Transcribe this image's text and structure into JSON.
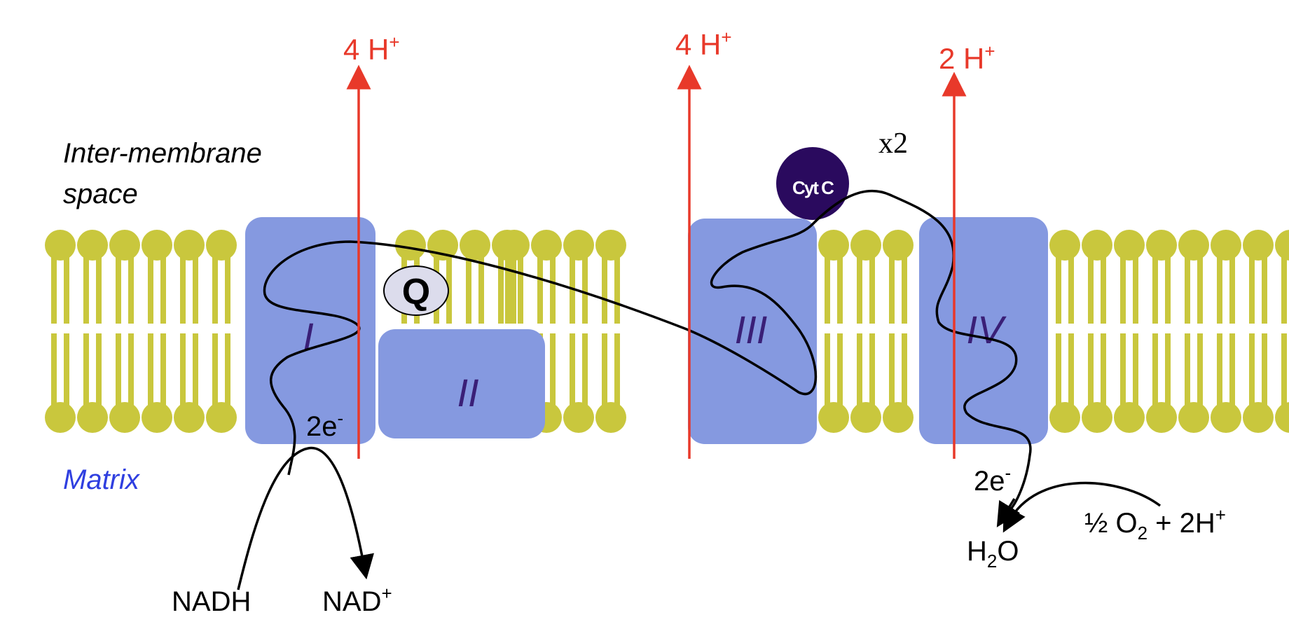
{
  "regions": {
    "intermembrane_line1": "Inter-membrane",
    "intermembrane_line2": "space",
    "matrix": "Matrix"
  },
  "protons": [
    {
      "count": "4 H",
      "charge": "+"
    },
    {
      "count": "4 H",
      "charge": "+"
    },
    {
      "count": "2 H",
      "charge": "+"
    }
  ],
  "complexes": [
    "I",
    "II",
    "III",
    "IV"
  ],
  "carriers": {
    "quinone": "Q",
    "cytochrome_c": "Cyt C",
    "multiplier": "x2"
  },
  "electrons": {
    "left": {
      "text": "2e",
      "charge": "-"
    },
    "right": {
      "text": "2e",
      "charge": "-"
    }
  },
  "reactants": {
    "nadh": "NADH",
    "nad_text": "NAD",
    "nad_charge": "+",
    "water_h": "H",
    "water_sub": "2",
    "water_o": "O",
    "oxygen_half": "½ O",
    "oxygen_sub": "2",
    "oxygen_rest": " + 2H",
    "oxygen_charge": "+"
  },
  "colors": {
    "lipid": "#c9c73d",
    "complex": "#8599e0",
    "proton_arrow": "#e8392a",
    "cytochrome": "#2a0a5e",
    "matrix_text": "#2f3fe0"
  }
}
